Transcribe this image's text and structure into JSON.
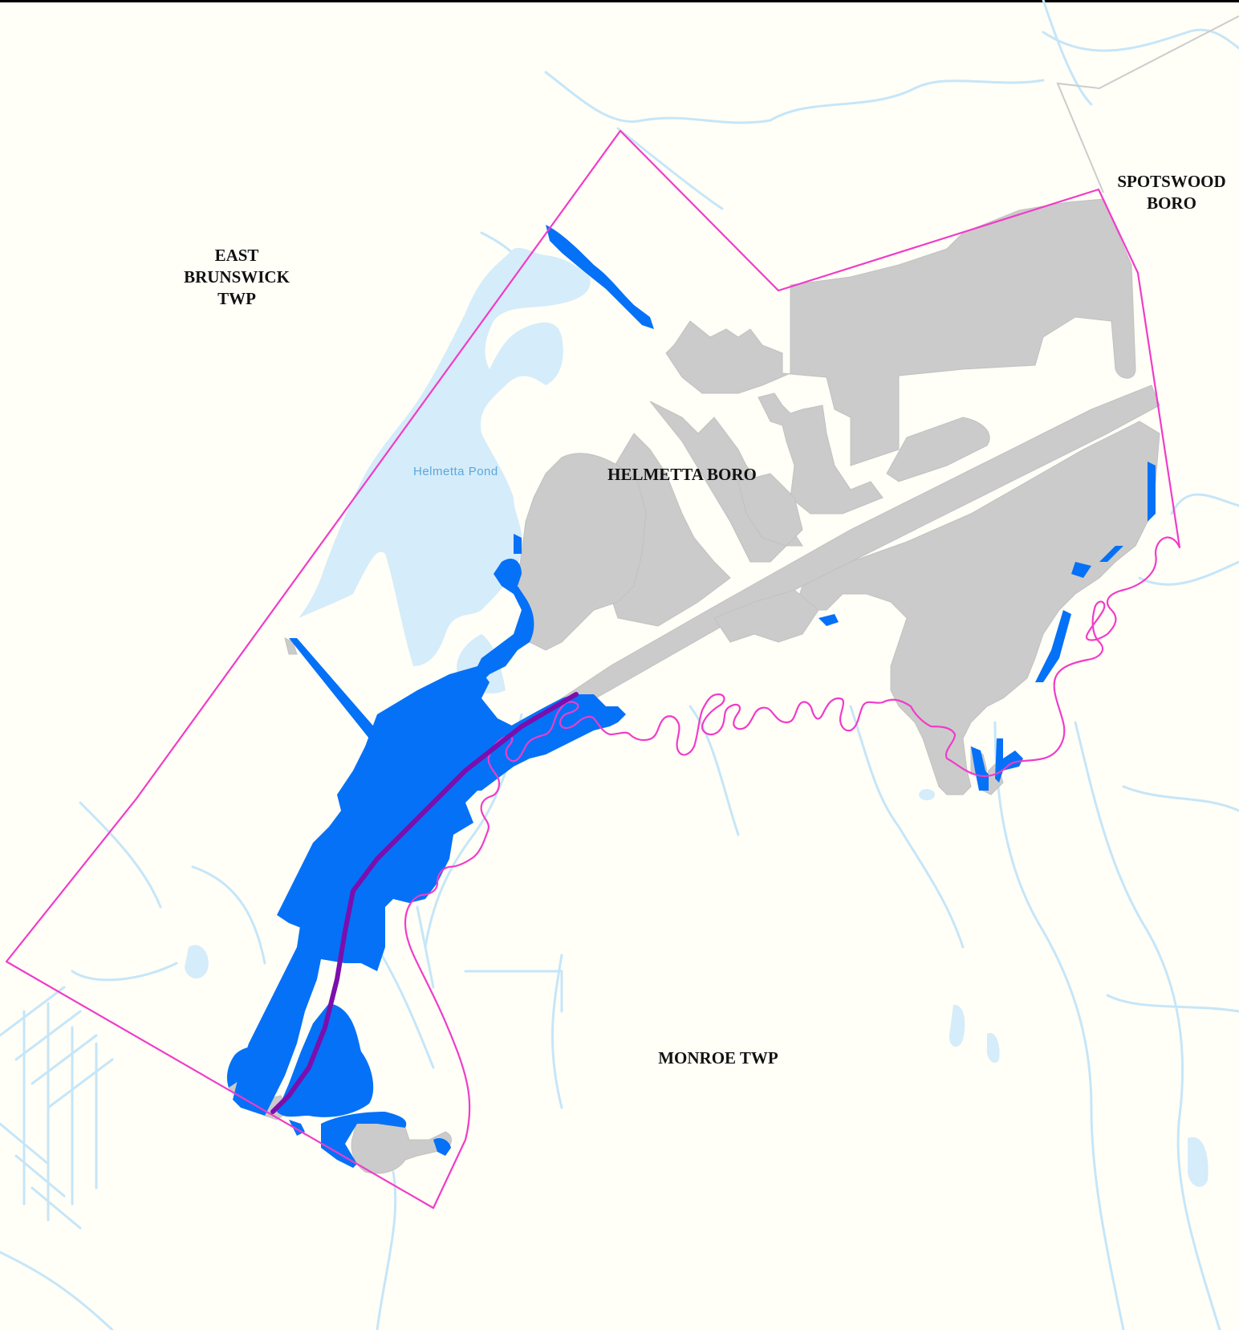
{
  "map": {
    "colors": {
      "background": "#fffff8",
      "water": "#d5ecfa",
      "stream": "#c6e6f8",
      "wetland": "#0571f7",
      "developed": "#cbcbcb",
      "boundary": "#f03cc8",
      "neighbor_boundary": "#cccccc",
      "route": "#7a0fae",
      "frame": "#000000"
    },
    "labels": {
      "east_brunswick": "EAST\nBRUNSWICK\nTWP",
      "spotswood": "SPOTSWOOD\nBORO",
      "helmetta": "HELMETTA BORO",
      "monroe": "MONROE TWP",
      "pond": "Helmetta Pond"
    },
    "legend_icons": {
      "municipal_boundary": "boundary-line-icon",
      "water_body": "water-icon",
      "wetlands": "wetland-icon",
      "developed": "developed-icon",
      "route": "route-line-icon"
    }
  }
}
